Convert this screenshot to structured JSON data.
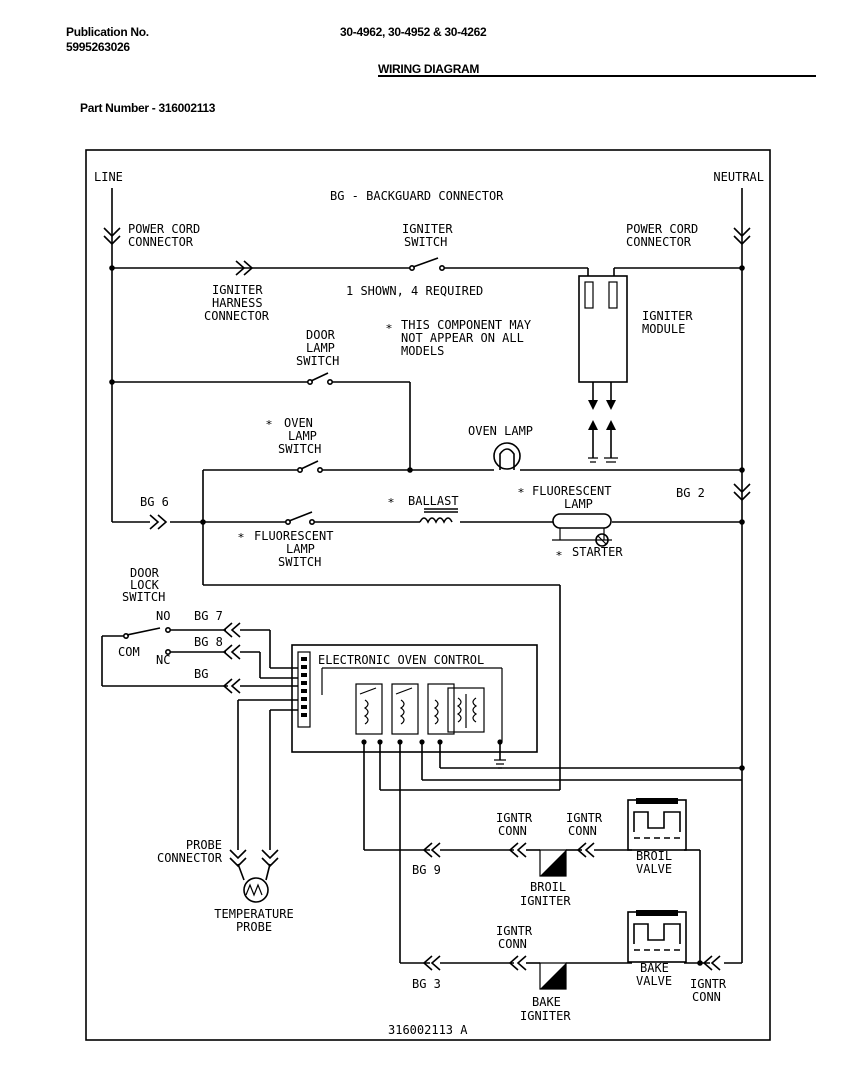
{
  "header": {
    "publication_label": "Publication No.",
    "publication_number": "5995263026",
    "models": "30-4962, 30-4952 & 30-4262",
    "title": "WIRING DIAGRAM",
    "part_number": "Part Number - 316002113"
  },
  "diagram": {
    "line": "LINE",
    "neutral": "NEUTRAL",
    "bg_legend": "BG - BACKGUARD CONNECTOR",
    "power_cord_left_1": "POWER CORD",
    "power_cord_left_2": "CONNECTOR",
    "power_cord_right_1": "POWER CORD",
    "power_cord_right_2": "CONNECTOR",
    "igniter_switch_1": "IGNITER",
    "igniter_switch_2": "SWITCH",
    "igniter_harness_1": "IGNITER",
    "igniter_harness_2": "HARNESS",
    "igniter_harness_3": "CONNECTOR",
    "shown_required": "1 SHOWN, 4 REQUIRED",
    "igniter_module_1": "IGNITER",
    "igniter_module_2": "MODULE",
    "note_1": "THIS COMPONENT MAY",
    "note_2": "NOT APPEAR ON ALL",
    "note_3": "MODELS",
    "door_lamp_switch_1": "DOOR",
    "door_lamp_switch_2": "LAMP",
    "door_lamp_switch_3": "SWITCH",
    "oven_lamp_switch_1": "OVEN",
    "oven_lamp_switch_2": "LAMP",
    "oven_lamp_switch_3": "SWITCH",
    "oven_lamp": "OVEN LAMP",
    "bg6": "BG 6",
    "bg2": "BG 2",
    "ballast": "BALLAST",
    "fluorescent_lamp_1": "FLUORESCENT",
    "fluorescent_lamp_2": "LAMP",
    "starter": "STARTER",
    "fluorescent_switch_1": "FLUORESCENT",
    "fluorescent_switch_2": "LAMP",
    "fluorescent_switch_3": "SWITCH",
    "door_lock_switch_1": "DOOR",
    "door_lock_switch_2": "LOCK",
    "door_lock_switch_3": "SWITCH",
    "no": "NO",
    "com": "COM",
    "nc": "NC",
    "bg7": "BG 7",
    "bg8": "BG 8",
    "bg": "BG",
    "eoc": "ELECTRONIC OVEN CONTROL",
    "probe_connector_1": "PROBE",
    "probe_connector_2": "CONNECTOR",
    "temp_probe_1": "TEMPERATURE",
    "temp_probe_2": "PROBE",
    "igntr_conn_1a": "IGNTR",
    "igntr_conn_1b": "CONN",
    "igntr_conn_2a": "IGNTR",
    "igntr_conn_2b": "CONN",
    "igntr_conn_3a": "IGNTR",
    "igntr_conn_3b": "CONN",
    "igntr_conn_4a": "IGNTR",
    "igntr_conn_4b": "CONN",
    "broil_valve_1": "BROIL",
    "broil_valve_2": "VALVE",
    "broil_igniter_1": "BROIL",
    "broil_igniter_2": "IGNITER",
    "bake_valve_1": "BAKE",
    "bake_valve_2": "VALVE",
    "bake_igniter_1": "BAKE",
    "bake_igniter_2": "IGNITER",
    "bg9": "BG 9",
    "bg3": "BG 3",
    "drawing_number": "316002113 A"
  }
}
